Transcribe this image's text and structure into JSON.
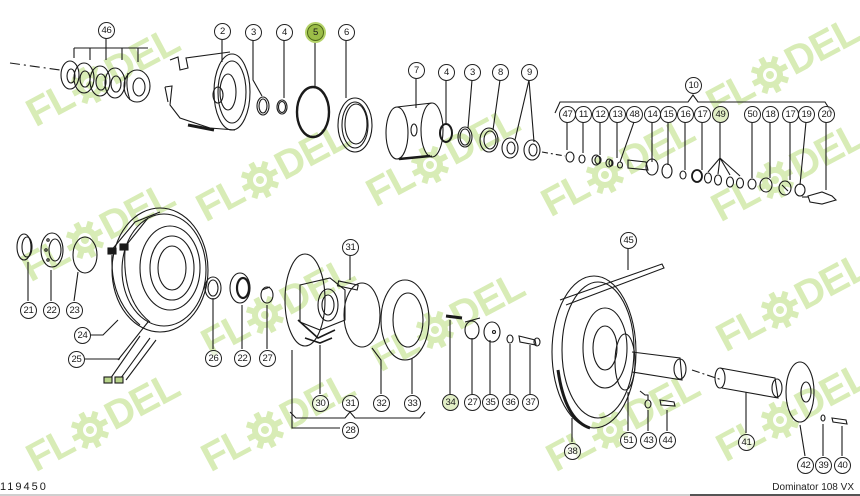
{
  "diagram": {
    "title": "Dominator 108 VX",
    "drawing_number": "119450",
    "watermark": {
      "left": "FL",
      "right": "DEL",
      "color": "#d8ecb6",
      "icon": "gear-icon"
    },
    "highlight_colors": {
      "selected": "#9cbd48",
      "tint": "#e2efc6"
    }
  },
  "callouts": [
    {
      "label": "46"
    },
    {
      "label": "2"
    },
    {
      "label": "3"
    },
    {
      "label": "4"
    },
    {
      "label": "5",
      "state": "selected"
    },
    {
      "label": "6"
    },
    {
      "label": "7"
    },
    {
      "label": "4"
    },
    {
      "label": "3"
    },
    {
      "label": "8"
    },
    {
      "label": "9"
    },
    {
      "label": "10"
    },
    {
      "label": "47"
    },
    {
      "label": "11"
    },
    {
      "label": "12"
    },
    {
      "label": "13"
    },
    {
      "label": "48"
    },
    {
      "label": "14"
    },
    {
      "label": "15"
    },
    {
      "label": "16"
    },
    {
      "label": "17"
    },
    {
      "label": "49",
      "state": "tint"
    },
    {
      "label": "50"
    },
    {
      "label": "18"
    },
    {
      "label": "17"
    },
    {
      "label": "19"
    },
    {
      "label": "20"
    },
    {
      "label": "21"
    },
    {
      "label": "22"
    },
    {
      "label": "23"
    },
    {
      "label": "24"
    },
    {
      "label": "25"
    },
    {
      "label": "31"
    },
    {
      "label": "26"
    },
    {
      "label": "22"
    },
    {
      "label": "27"
    },
    {
      "label": "30"
    },
    {
      "label": "31"
    },
    {
      "label": "32"
    },
    {
      "label": "33"
    },
    {
      "label": "28"
    },
    {
      "label": "34",
      "state": "tint"
    },
    {
      "label": "27"
    },
    {
      "label": "35"
    },
    {
      "label": "36"
    },
    {
      "label": "37"
    },
    {
      "label": "45"
    },
    {
      "label": "38"
    },
    {
      "label": "51"
    },
    {
      "label": "43"
    },
    {
      "label": "44"
    },
    {
      "label": "41"
    },
    {
      "label": "42"
    },
    {
      "label": "39"
    },
    {
      "label": "40"
    }
  ]
}
